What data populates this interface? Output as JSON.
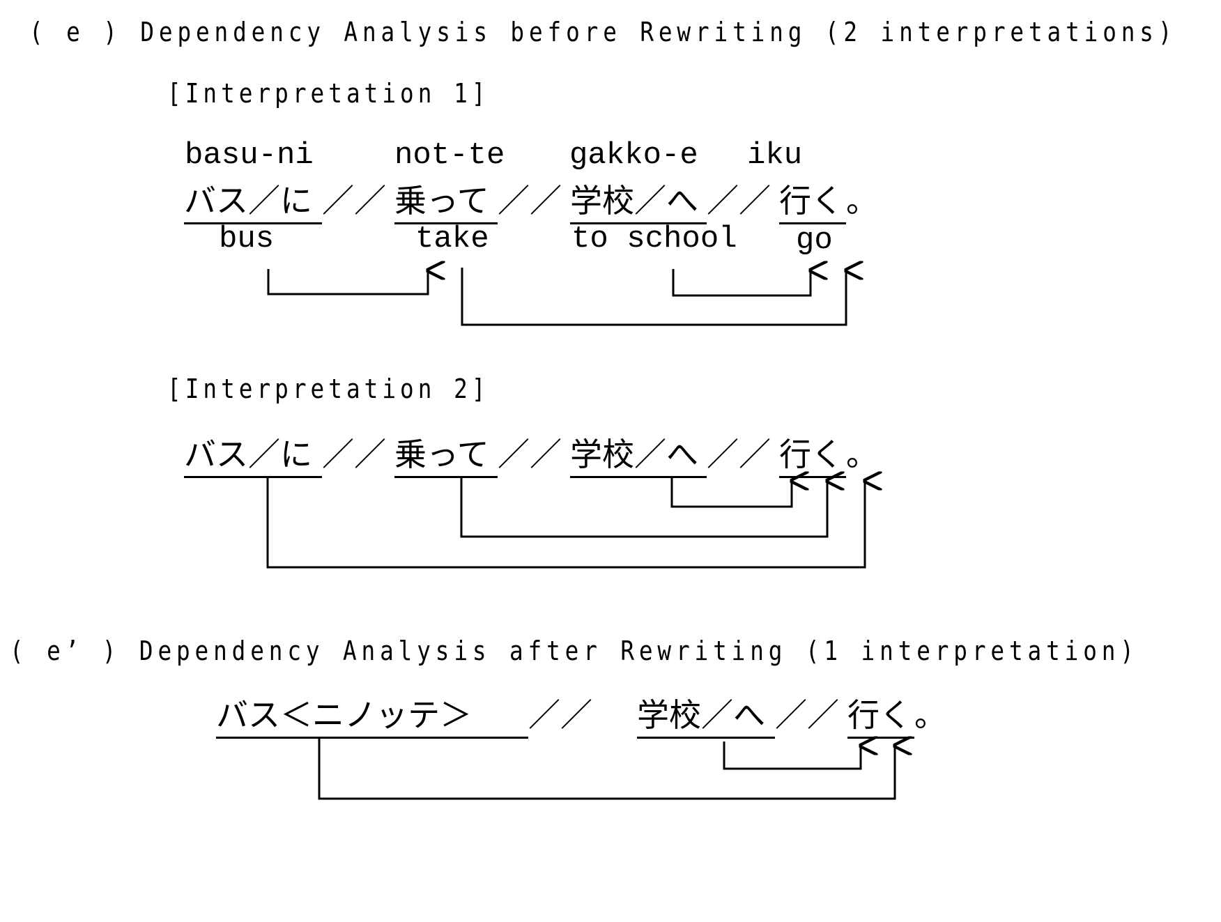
{
  "figure": {
    "section_before": {
      "heading": "( e ) Dependency Analysis before Rewriting (2 interpretations)",
      "interpretations": [
        {
          "label": "[Interpretation 1]",
          "romanization": [
            "basu-ni",
            "not-te",
            "gakko-e",
            "iku"
          ],
          "sentence_segments": [
            {
              "text": "バス／に",
              "underlined": true
            },
            {
              "text": "／／",
              "underlined": false
            },
            {
              "text": "乗って",
              "underlined": true
            },
            {
              "text": "／／",
              "underlined": false
            },
            {
              "text": "学校／へ",
              "underlined": true
            },
            {
              "text": "／／",
              "underlined": false
            },
            {
              "text": "行く",
              "underlined": true
            },
            {
              "text": "。",
              "underlined": false
            }
          ],
          "glosses": [
            "bus",
            "take",
            "to school",
            "go"
          ],
          "dependencies": [
            {
              "from": "バス／に",
              "to": "乗って"
            },
            {
              "from": "学校／へ",
              "to": "行く"
            },
            {
              "from": "乗って",
              "to": "行く"
            }
          ]
        },
        {
          "label": "[Interpretation 2]",
          "sentence_segments": [
            {
              "text": "バス／に",
              "underlined": true
            },
            {
              "text": "／／",
              "underlined": false
            },
            {
              "text": "乗って",
              "underlined": true
            },
            {
              "text": "／／",
              "underlined": false
            },
            {
              "text": "学校／へ",
              "underlined": true
            },
            {
              "text": "／／",
              "underlined": false
            },
            {
              "text": "行く",
              "underlined": true
            },
            {
              "text": "。",
              "underlined": false
            }
          ],
          "dependencies": [
            {
              "from": "学校／へ",
              "to": "行く"
            },
            {
              "from": "乗って",
              "to": "行く"
            },
            {
              "from": "バス／に",
              "to": "行く"
            }
          ]
        }
      ]
    },
    "section_after": {
      "heading": "( e’ ) Dependency Analysis after Rewriting (1 interpretation)",
      "sentence_segments": [
        {
          "text": "バス＜ニノッテ＞",
          "underlined": true
        },
        {
          "text": "／／",
          "underlined": false
        },
        {
          "text": "学校／へ",
          "underlined": true
        },
        {
          "text": "／／",
          "underlined": false
        },
        {
          "text": "行く",
          "underlined": true
        },
        {
          "text": "。",
          "underlined": false
        }
      ],
      "dependencies": [
        {
          "from": "学校／へ",
          "to": "行く"
        },
        {
          "from": "バス＜ニノッテ＞",
          "to": "行く"
        }
      ]
    }
  }
}
